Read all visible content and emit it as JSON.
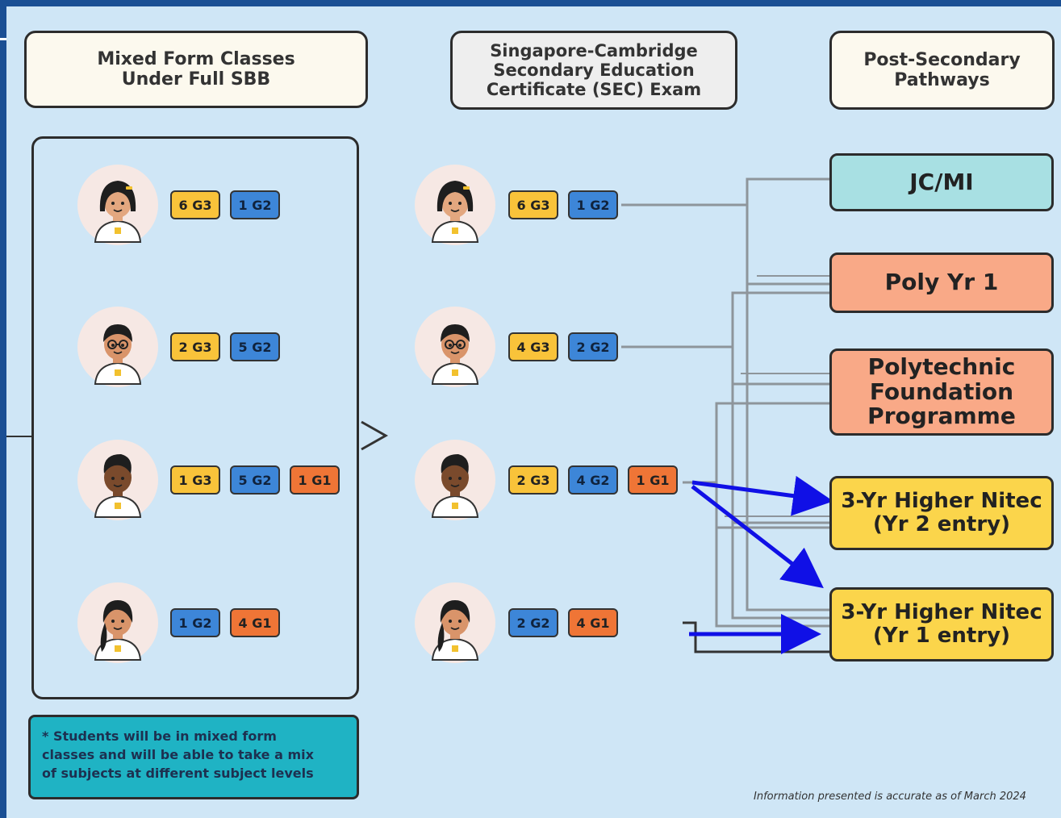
{
  "headers": {
    "left": "Mixed Form Classes\nUnder Full SBB",
    "middle": "Singapore-Cambridge\nSecondary Education\nCertificate (SEC) Exam",
    "right": "Post-Secondary\nPathways"
  },
  "left_students": [
    {
      "avatar": "girl-short-hair",
      "badges": [
        {
          "label": "6 G3",
          "level": "G3"
        },
        {
          "label": "1 G2",
          "level": "G2"
        }
      ]
    },
    {
      "avatar": "boy-glasses",
      "badges": [
        {
          "label": "2 G3",
          "level": "G3"
        },
        {
          "label": "5 G2",
          "level": "G2"
        }
      ]
    },
    {
      "avatar": "boy-dark-skin",
      "badges": [
        {
          "label": "1 G3",
          "level": "G3"
        },
        {
          "label": "5 G2",
          "level": "G2"
        },
        {
          "label": "1 G1",
          "level": "G1"
        }
      ]
    },
    {
      "avatar": "girl-ponytail",
      "badges": [
        {
          "label": "1 G2",
          "level": "G2"
        },
        {
          "label": "4 G1",
          "level": "G1"
        }
      ]
    }
  ],
  "exam_students": [
    {
      "avatar": "girl-short-hair",
      "badges": [
        {
          "label": "6 G3",
          "level": "G3"
        },
        {
          "label": "1 G2",
          "level": "G2"
        }
      ]
    },
    {
      "avatar": "boy-glasses",
      "badges": [
        {
          "label": "4 G3",
          "level": "G3"
        },
        {
          "label": "2 G2",
          "level": "G2"
        }
      ]
    },
    {
      "avatar": "boy-dark-skin",
      "badges": [
        {
          "label": "2 G3",
          "level": "G3"
        },
        {
          "label": "4 G2",
          "level": "G2"
        },
        {
          "label": "1 G1",
          "level": "G1"
        }
      ]
    },
    {
      "avatar": "girl-ponytail",
      "badges": [
        {
          "label": "2 G2",
          "level": "G2"
        },
        {
          "label": "4 G1",
          "level": "G1"
        }
      ]
    }
  ],
  "pathways": [
    {
      "label": "JC/MI",
      "kind": "jc"
    },
    {
      "label": "Poly Yr 1",
      "kind": "poly"
    },
    {
      "label": "Polytechnic\nFoundation\nProgramme",
      "kind": "poly"
    },
    {
      "label": "3-Yr Higher Nitec\n(Yr 2 entry)",
      "kind": "nitec"
    },
    {
      "label": "3-Yr Higher Nitec\n(Yr 1 entry)",
      "kind": "nitec"
    }
  ],
  "note": "* Students will be in mixed form\n   classes and will be able to take a mix\n   of subjects at different subject levels",
  "footer": "Information presented is accurate as of March 2024",
  "colors": {
    "background": "#cfe6f6",
    "frame": "#1a4f94",
    "g3": "#f9c33a",
    "g2": "#3d86d8",
    "g1": "#ef7536",
    "jc": "#a8e0e3",
    "poly": "#f9a987",
    "nitec": "#fbd54b",
    "note": "#1fb3c4",
    "annotation_arrow": "#1010e6"
  }
}
